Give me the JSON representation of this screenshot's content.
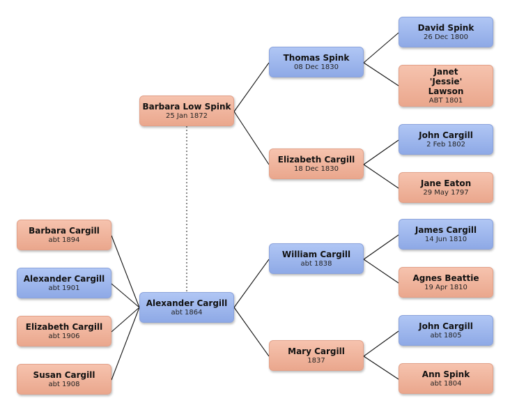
{
  "people": {
    "barbara_low_spink": {
      "name": "Barbara Low Spink",
      "date": "25 Jan 1872",
      "gender": "female"
    },
    "thomas_spink": {
      "name": "Thomas Spink",
      "date": "08 Dec 1830",
      "gender": "male"
    },
    "elizabeth_cargill_1830": {
      "name": "Elizabeth Cargill",
      "date": "18 Dec 1830",
      "gender": "female"
    },
    "david_spink": {
      "name": "David Spink",
      "date": "26 Dec 1800",
      "gender": "male"
    },
    "janet_lawson": {
      "name": "Janet 'Jessie' Lawson",
      "date": "ABT 1801",
      "gender": "female"
    },
    "john_cargill_1802": {
      "name": "John Cargill",
      "date": "2 Feb 1802",
      "gender": "male"
    },
    "jane_eaton": {
      "name": "Jane Eaton",
      "date": "29 May 1797",
      "gender": "female"
    },
    "alexander_cargill_1864": {
      "name": "Alexander Cargill",
      "date": "abt 1864",
      "gender": "male"
    },
    "william_cargill": {
      "name": "William Cargill",
      "date": "abt 1838",
      "gender": "male"
    },
    "mary_cargill": {
      "name": "Mary Cargill",
      "date": "1837",
      "gender": "female"
    },
    "james_cargill": {
      "name": "James Cargill",
      "date": "14 Jun 1810",
      "gender": "male"
    },
    "agnes_beattie": {
      "name": "Agnes Beattie",
      "date": "19 Apr 1810",
      "gender": "female"
    },
    "john_cargill_1805": {
      "name": "John Cargill",
      "date": "abt 1805",
      "gender": "male"
    },
    "ann_spink": {
      "name": "Ann Spink",
      "date": "abt 1804",
      "gender": "female"
    },
    "barbara_cargill": {
      "name": "Barbara Cargill",
      "date": "abt 1894",
      "gender": "female"
    },
    "alexander_cargill_1901": {
      "name": "Alexander Cargill",
      "date": "abt 1901",
      "gender": "male"
    },
    "elizabeth_cargill_1906": {
      "name": "Elizabeth Cargill",
      "date": "abt 1906",
      "gender": "female"
    },
    "susan_cargill": {
      "name": "Susan Cargill",
      "date": "abt 1908",
      "gender": "female"
    }
  },
  "colors": {
    "male": "#9db5ec",
    "female": "#f0b49c",
    "line": "#111111"
  }
}
